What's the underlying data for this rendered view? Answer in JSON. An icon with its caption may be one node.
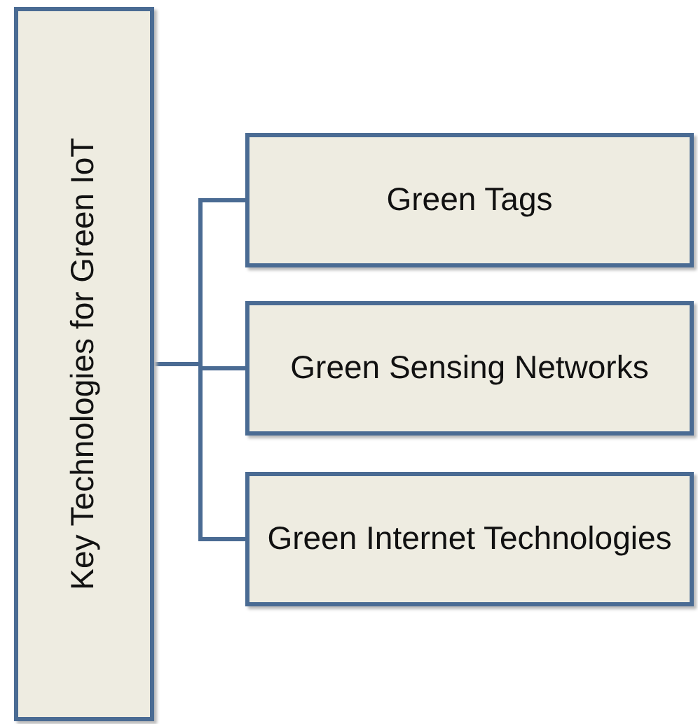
{
  "diagram": {
    "nodes": [
      {
        "text": [
          "Key Technologies for Green IoT"
        ]
      },
      {
        "text": [
          "Green Tags"
        ]
      },
      {
        "text": [
          "Green Sensing Networks"
        ]
      },
      {
        "text": [
          "Green Internet Technologies"
        ]
      }
    ],
    "edges": [
      {
        "from": 0,
        "to": 1,
        "arrow": "none"
      },
      {
        "from": 0,
        "to": 2,
        "arrow": "none"
      },
      {
        "from": 0,
        "to": 3,
        "arrow": "none"
      }
    ]
  }
}
